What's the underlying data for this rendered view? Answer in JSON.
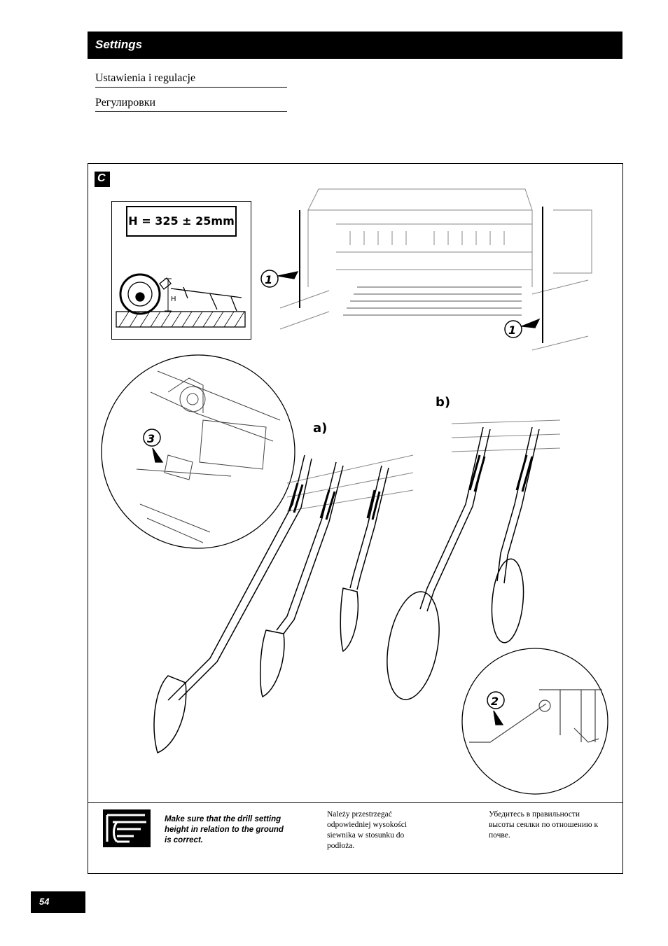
{
  "header": {
    "title": "Settings"
  },
  "subtitles": {
    "polish": "Ustawienia i regulacje",
    "russian": "Регулировки"
  },
  "figure": {
    "section_label": "C",
    "height_formula": "H = 325 ± 25mm",
    "height_marker": "H",
    "callouts": {
      "one": "1",
      "two": "2",
      "three": "3"
    },
    "variants": {
      "a": "a)",
      "b": "b)"
    }
  },
  "notes": {
    "english": "Make sure that the drill setting height in relation to the ground is correct.",
    "polish": "Należy przestrzegać odpowiedniej wysokości siewnika w stosunku do podłoża.",
    "russian": "Убедитесь в правильности высоты сеялки по отношению к почве."
  },
  "page_number": "54"
}
